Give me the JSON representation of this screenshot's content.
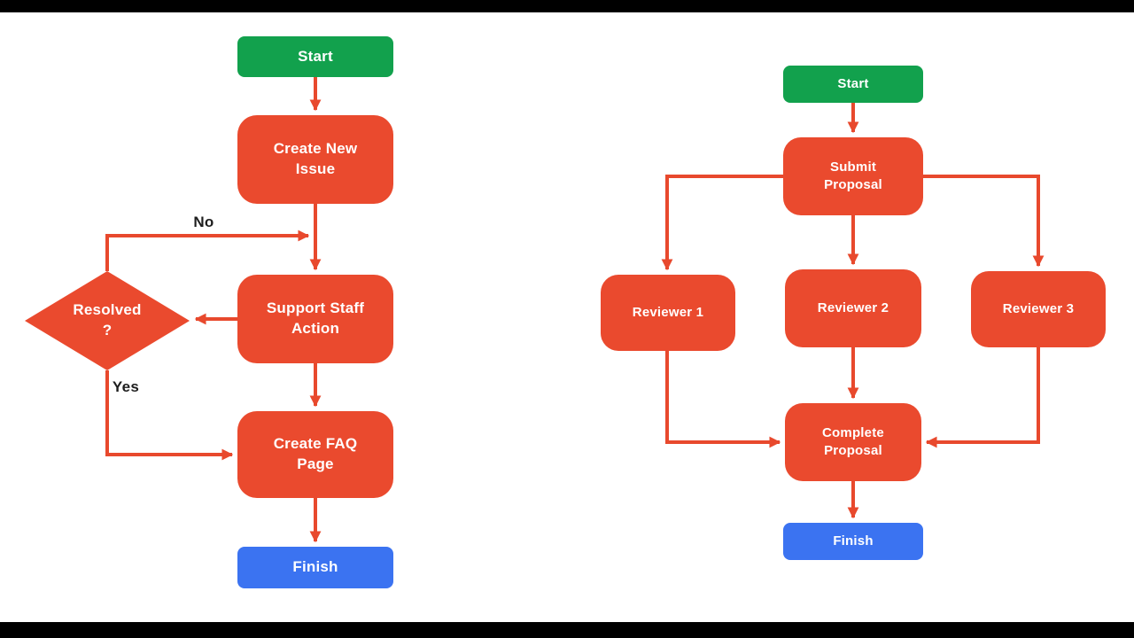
{
  "colors": {
    "start_fill": "#12A14D",
    "process_fill": "#EA4A2E",
    "finish_fill": "#3B73F1",
    "connector": "#E8492D",
    "node_text": "#FFFFFF",
    "edge_label_text": "#1E1E1E",
    "background": "#FFFFFF",
    "letterbox": "#000000"
  },
  "left_chart": {
    "nodes": {
      "start": {
        "label": "Start",
        "type": "start"
      },
      "create_issue": {
        "label": "Create New Issue",
        "type": "process"
      },
      "resolved": {
        "label": "Resolved",
        "label_line2": "?",
        "type": "decision"
      },
      "support": {
        "label": "Support Staff Action",
        "type": "process"
      },
      "faq": {
        "label": "Create FAQ Page",
        "type": "process"
      },
      "finish": {
        "label": "Finish",
        "type": "finish"
      }
    },
    "edge_labels": {
      "no": "No",
      "yes": "Yes"
    }
  },
  "right_chart": {
    "nodes": {
      "start": {
        "label": "Start",
        "type": "start"
      },
      "submit": {
        "label": "Submit Proposal",
        "type": "process"
      },
      "reviewer1": {
        "label": "Reviewer 1",
        "type": "process"
      },
      "reviewer2": {
        "label": "Reviewer 2",
        "type": "process"
      },
      "reviewer3": {
        "label": "Reviewer 3",
        "type": "process"
      },
      "complete": {
        "label": "Complete Proposal",
        "type": "process"
      },
      "finish": {
        "label": "Finish",
        "type": "finish"
      }
    }
  }
}
